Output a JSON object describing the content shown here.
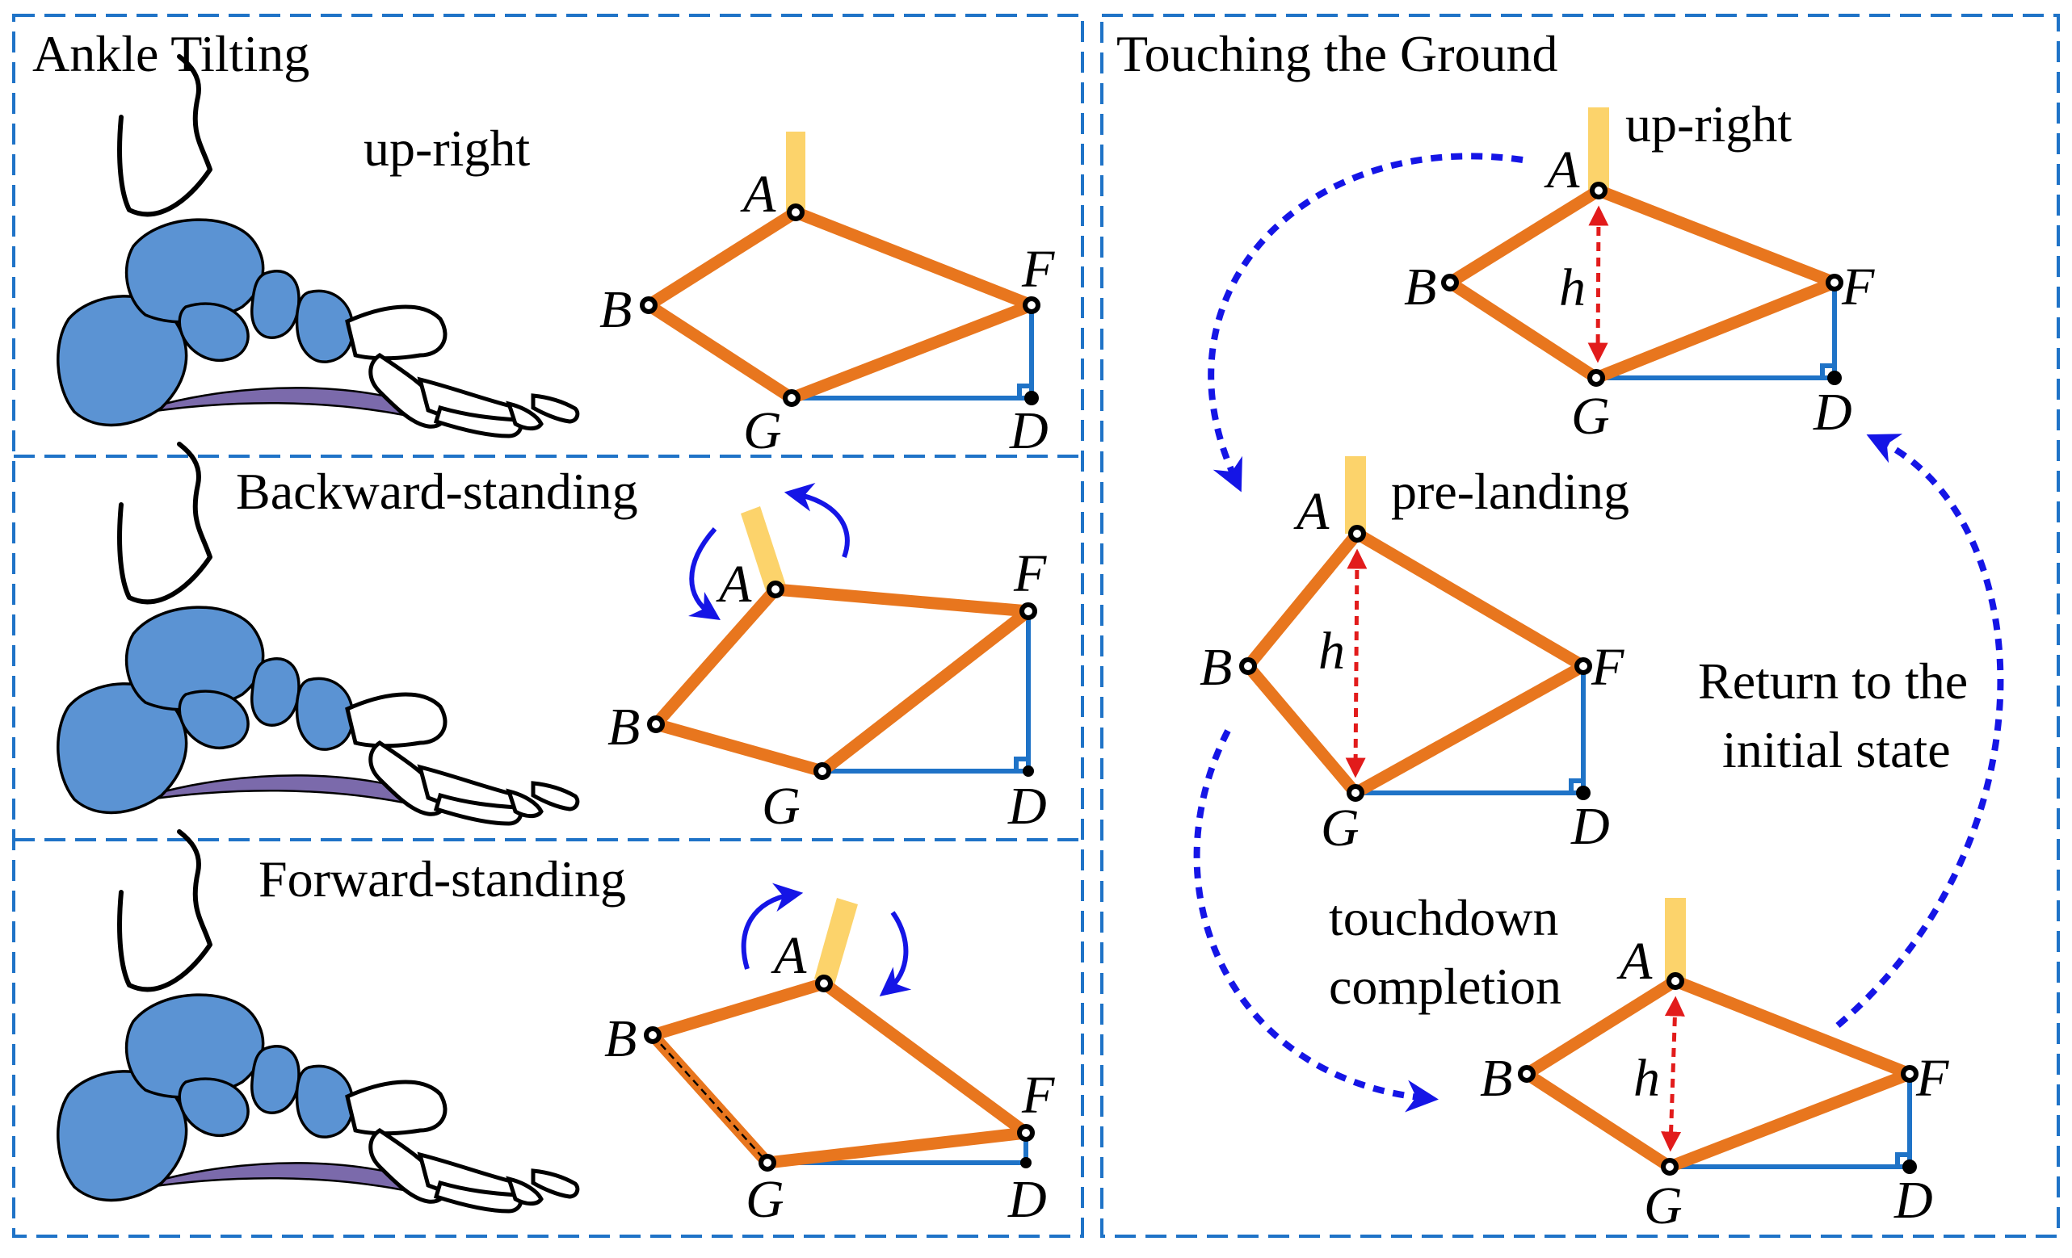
{
  "left_panel": {
    "title": "Ankle Tilting",
    "states": [
      "up-right",
      "Backward-standing",
      "Forward-standing"
    ]
  },
  "right_panel": {
    "title": "Touching the Ground",
    "states": [
      "up-right",
      "pre-landing",
      "touchdown",
      "completion"
    ],
    "return_label": [
      "Return to the",
      "initial state"
    ],
    "height_symbol": "h"
  },
  "points": {
    "A": "A",
    "B": "B",
    "F": "F",
    "G": "G",
    "D": "D"
  },
  "colors": {
    "link": "#e8761e",
    "ground": "#1f73c7",
    "tibia": "#fcd36b",
    "bone": "#5b93d3",
    "fascia": "#7b6aab",
    "flow_arrow": "#1515e6",
    "height_arrow": "#e21b1b",
    "frame": "#1f73c7"
  }
}
